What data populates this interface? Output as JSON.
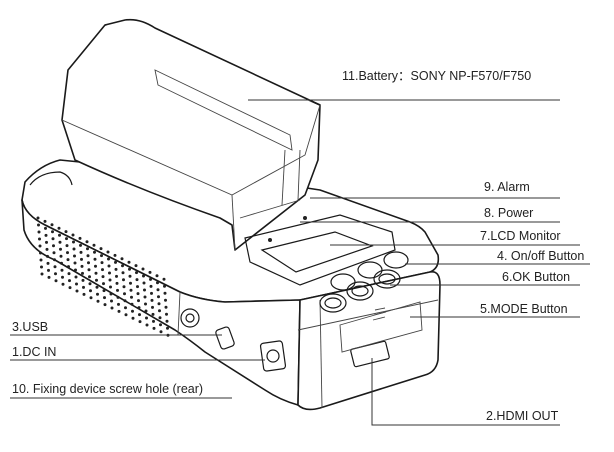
{
  "labels": {
    "battery": "11.Battery：SONY NP-F570/F750",
    "alarm": "9. Alarm",
    "power": "8. Power",
    "lcd": "7.LCD Monitor",
    "onoff": "4. On/off Button",
    "ok": "6.OK Button",
    "mode": "5.MODE Button",
    "usb": "3.USB",
    "dcin": "1.DC IN",
    "screw": "10. Fixing device screw hole (rear)",
    "hdmi": "2.HDMI OUT"
  },
  "colors": {
    "line": "#333333",
    "text": "#222222",
    "outline": "#1a1a1a"
  }
}
